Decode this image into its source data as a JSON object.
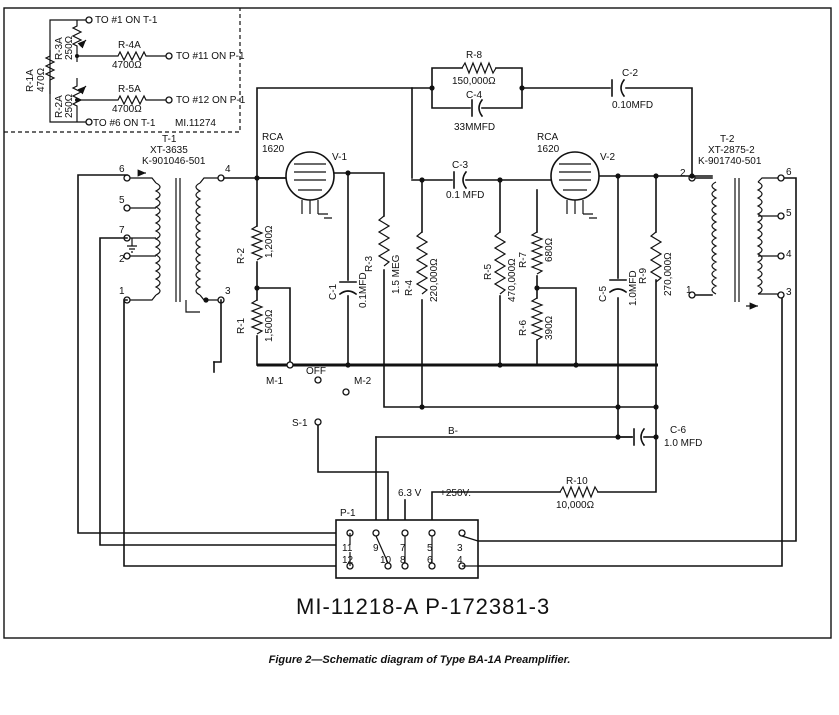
{
  "caption": "Figure 2—Schematic diagram of Type BA-1A Preamplifier.",
  "drawing_number": "MI-11218-A  P-172381-3",
  "inset": {
    "r1a": "R-1A",
    "r1a_val": "470Ω",
    "r2a": "R-2A",
    "r2a_val": "250Ω",
    "r3a": "R-3A",
    "r3a_val": "250Ω",
    "r4a": "R-4A",
    "r4a_val": "4700Ω",
    "r5a": "R-5A",
    "r5a_val": "4700Ω",
    "to1": "TO #1 ON T-1",
    "to11": "TO #11 ON P-1",
    "to12": "TO #12 ON P-1",
    "to6": "TO #6 ON T-1",
    "mi": "MI.11274"
  },
  "t1": {
    "ref": "T-1",
    "part": "XT-3635",
    "kpart": "K-901046-501",
    "pins": [
      "6",
      "5",
      "7",
      "2",
      "1",
      "4",
      "3"
    ]
  },
  "t2": {
    "ref": "T-2",
    "part": "XT-2875-2",
    "kpart": "K-901740-501",
    "pins": [
      "2",
      "1",
      "6",
      "5",
      "4",
      "3"
    ]
  },
  "v1": {
    "make": "RCA",
    "type": "1620",
    "ref": "V-1"
  },
  "v2": {
    "make": "RCA",
    "type": "1620",
    "ref": "V-2"
  },
  "resistors": {
    "r1": {
      "ref": "R-1",
      "val": "1,500Ω"
    },
    "r2": {
      "ref": "R-2",
      "val": "1,200Ω"
    },
    "r3": {
      "ref": "R-3",
      "val": "1.5 MEG"
    },
    "r4": {
      "ref": "R-4",
      "val": "220,000Ω"
    },
    "r5": {
      "ref": "R-5",
      "val": "470,000Ω"
    },
    "r6": {
      "ref": "R-6",
      "val": "390Ω"
    },
    "r7": {
      "ref": "R-7",
      "val": "680Ω"
    },
    "r8": {
      "ref": "R-8",
      "val": "150,000Ω"
    },
    "r9": {
      "ref": "R-9",
      "val": "270,000Ω"
    },
    "r10": {
      "ref": "R-10",
      "val": "10,000Ω"
    }
  },
  "capacitors": {
    "c1": {
      "ref": "C-1",
      "val": "0.1MFD"
    },
    "c2": {
      "ref": "C-2",
      "val": "0.10MFD"
    },
    "c3": {
      "ref": "C-3",
      "val": "0.1 MFD"
    },
    "c4": {
      "ref": "C-4",
      "val": "33MMFD"
    },
    "c5": {
      "ref": "C-5",
      "val": "1.0MFD"
    },
    "c6": {
      "ref": "C-6",
      "val": "1.0 MFD"
    }
  },
  "switch": {
    "m1": "M-1",
    "m2": "M-2",
    "off": "OFF",
    "s1": "S-1"
  },
  "supply": {
    "bminus": "B-",
    "v63": "6.3 V",
    "v250": "+250V."
  },
  "plug": {
    "ref": "P-1",
    "pins": [
      "11",
      "12",
      "9",
      "10",
      "7",
      "8",
      "5",
      "6",
      "3",
      "4"
    ]
  }
}
